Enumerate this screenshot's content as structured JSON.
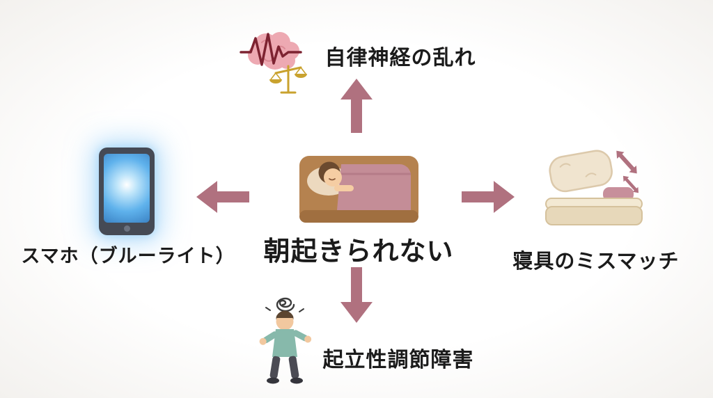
{
  "colors": {
    "arrow": "#b0717f",
    "background": "#fdfcfb",
    "text": "#1b1b1b"
  },
  "diagram": {
    "center": {
      "label": "朝起きられない",
      "icon": "sleeping-person-in-bed"
    },
    "causes": {
      "top": {
        "label": "自律神経の乱れ",
        "icon": "brain-wave-with-scale"
      },
      "left": {
        "label": "スマホ（ブルーライト）",
        "icon": "smartphone-blue-light"
      },
      "right": {
        "label": "寝具のミスマッチ",
        "icon": "bedding-mismatch"
      },
      "bottom": {
        "label": "起立性調節障害",
        "icon": "dizzy-standing-person"
      }
    }
  }
}
